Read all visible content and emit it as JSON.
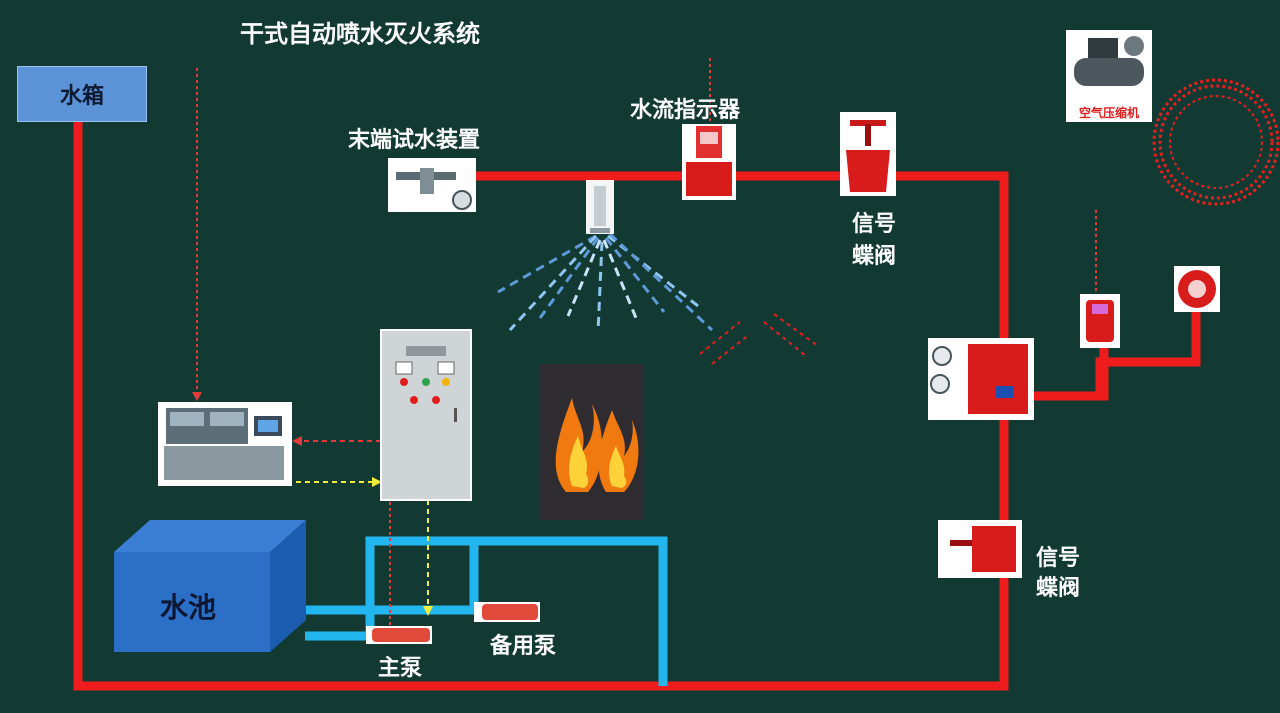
{
  "title": "干式自动喷水灭火系统",
  "labels": {
    "water_tank": "水箱",
    "end_test_device": "末端试水装置",
    "flow_indicator": "水流指示器",
    "signal_valve_top_line1": "信号",
    "signal_valve_top_line2": "蝶阀",
    "signal_valve_bottom_line1": "信号",
    "signal_valve_bottom_line2": "蝶阀",
    "air_compressor": "空气压缩机",
    "pool": "水池",
    "main_pump": "主泵",
    "backup_pump": "备用泵"
  },
  "icons": {
    "sprinkler": "sprinkler-head-icon",
    "fire": "fire-icon",
    "alarm_valve": "dry-pipe-alarm-valve-icon",
    "alarm_bell": "alarm-bell-icon",
    "pressure_switch": "pressure-switch-icon",
    "control_cabinet": "control-cabinet-icon",
    "fire_control_console": "fire-control-console-icon"
  },
  "colors": {
    "background": "#123a33",
    "pipe_red": "#ee1c1c",
    "pipe_blue": "#22b5ee",
    "signal_red": "#e23a3a",
    "signal_yellow": "#f1ef3a",
    "spray": "#8fc6f0"
  }
}
